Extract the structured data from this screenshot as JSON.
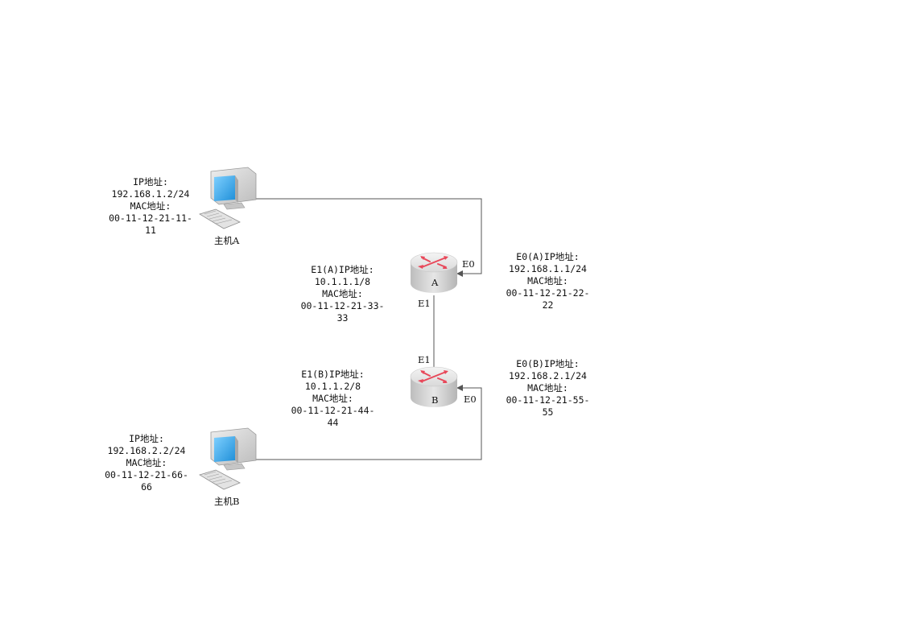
{
  "host_a": {
    "name": "主机A",
    "info": [
      "IP地址:",
      "192.168.1.2/24",
      "MAC地址:",
      "00-11-12-21-11-",
      "11"
    ]
  },
  "host_b": {
    "name": "主机B",
    "info": [
      "IP地址:",
      "192.168.2.2/24",
      "MAC地址:",
      "00-11-12-21-66-",
      "66"
    ]
  },
  "router_a": {
    "name": "A",
    "port_e0": "E0",
    "port_e1": "E1",
    "e0_info": [
      "E0(A)IP地址:",
      "192.168.1.1/24",
      "MAC地址:",
      "00-11-12-21-22-",
      "22"
    ],
    "e1_info": [
      "E1(A)IP地址:",
      "10.1.1.1/8",
      "MAC地址:",
      "00-11-12-21-33-",
      "33"
    ]
  },
  "router_b": {
    "name": "B",
    "port_e0": "E0",
    "port_e1": "E1",
    "e0_info": [
      "E0(B)IP地址:",
      "192.168.2.1/24",
      "MAC地址:",
      "00-11-12-21-55-",
      "55"
    ],
    "e1_info": [
      "E1(B)IP地址:",
      "10.1.1.2/8",
      "MAC地址:",
      "00-11-12-21-44-",
      "44"
    ]
  },
  "colors": {
    "line": "#555555",
    "router_body": "#d4d4d4",
    "router_arrow": "#e8485a",
    "screen": "#3aa6e8",
    "monitor": "#cfcfcf"
  }
}
